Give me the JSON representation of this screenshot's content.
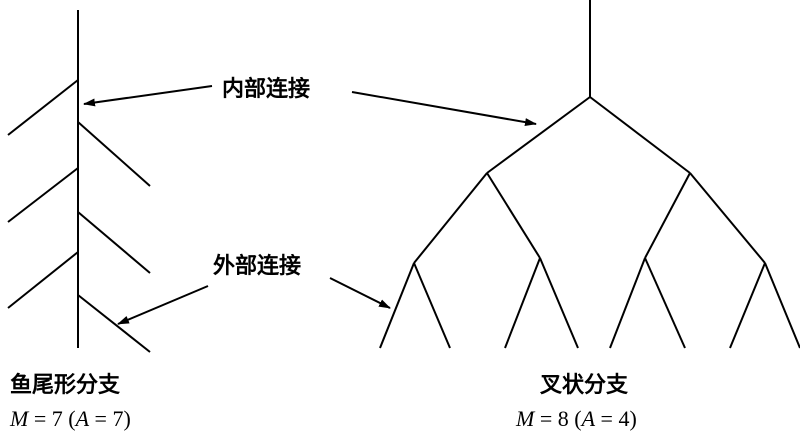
{
  "labels": {
    "internal_link": "内部连接",
    "external_link": "外部连接"
  },
  "left_tree": {
    "title": "鱼尾形分支",
    "formula": {
      "m_var": "M",
      "m_value": "7",
      "a_var": "A",
      "a_value": "7"
    }
  },
  "right_tree": {
    "title": "叉状分支",
    "formula": {
      "m_var": "M",
      "m_value": "8",
      "a_var": "A",
      "a_value": "4"
    }
  },
  "colors": {
    "stroke": "#000000",
    "text": "#000000"
  }
}
